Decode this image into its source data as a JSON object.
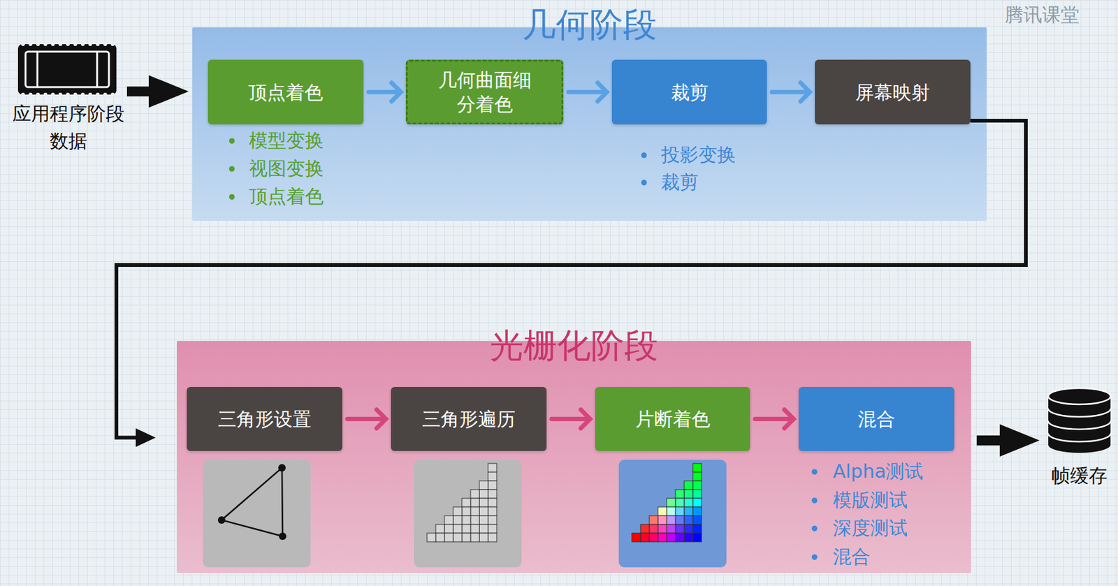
{
  "diagram": {
    "nodes": [
      {
        "text": [
          "应用程序阶段 数据"
        ]
      },
      {
        "text": [
          "几何阶段"
        ]
      },
      {
        "text": [
          "顶点着色"
        ],
        "in": 1
      },
      {
        "text": [
          "几何曲面细 分着色"
        ],
        "in": 1
      },
      {
        "text": [
          "裁剪"
        ],
        "in": 1
      },
      {
        "text": [
          "屏幕映射"
        ],
        "in": 1
      },
      {
        "text": [
          "光栅化阶段"
        ]
      },
      {
        "text": [
          "三角形设置"
        ],
        "in": 6
      },
      {
        "text": [
          "三角形遍历"
        ],
        "in": 6
      },
      {
        "text": [
          "片断着色"
        ],
        "in": 6
      },
      {
        "text": [
          "混合"
        ],
        "in": 6
      },
      {
        "text": [
          "帧缓存"
        ]
      }
    ],
    "edges": [
      {
        "from": 0,
        "to": 1,
        "arrow": "to"
      },
      {
        "from": 2,
        "to": 3,
        "arrow": "to"
      },
      {
        "from": 3,
        "to": 4,
        "arrow": "to"
      },
      {
        "from": 4,
        "to": 5,
        "arrow": "to"
      },
      {
        "from": 5,
        "to": 7,
        "arrow": "to"
      },
      {
        "from": 7,
        "to": 8,
        "arrow": "to"
      },
      {
        "from": 8,
        "to": 9,
        "arrow": "to"
      },
      {
        "from": 9,
        "to": 10,
        "arrow": "to"
      },
      {
        "from": 10,
        "to": 11,
        "arrow": "to"
      }
    ],
    "labels": [
      "模型变换",
      "视图变换",
      "顶点着色",
      "投影变换",
      "裁剪",
      "Alpha测试",
      "模版测试",
      "深度测试",
      "混合",
      "腾讯课堂"
    ]
  }
}
